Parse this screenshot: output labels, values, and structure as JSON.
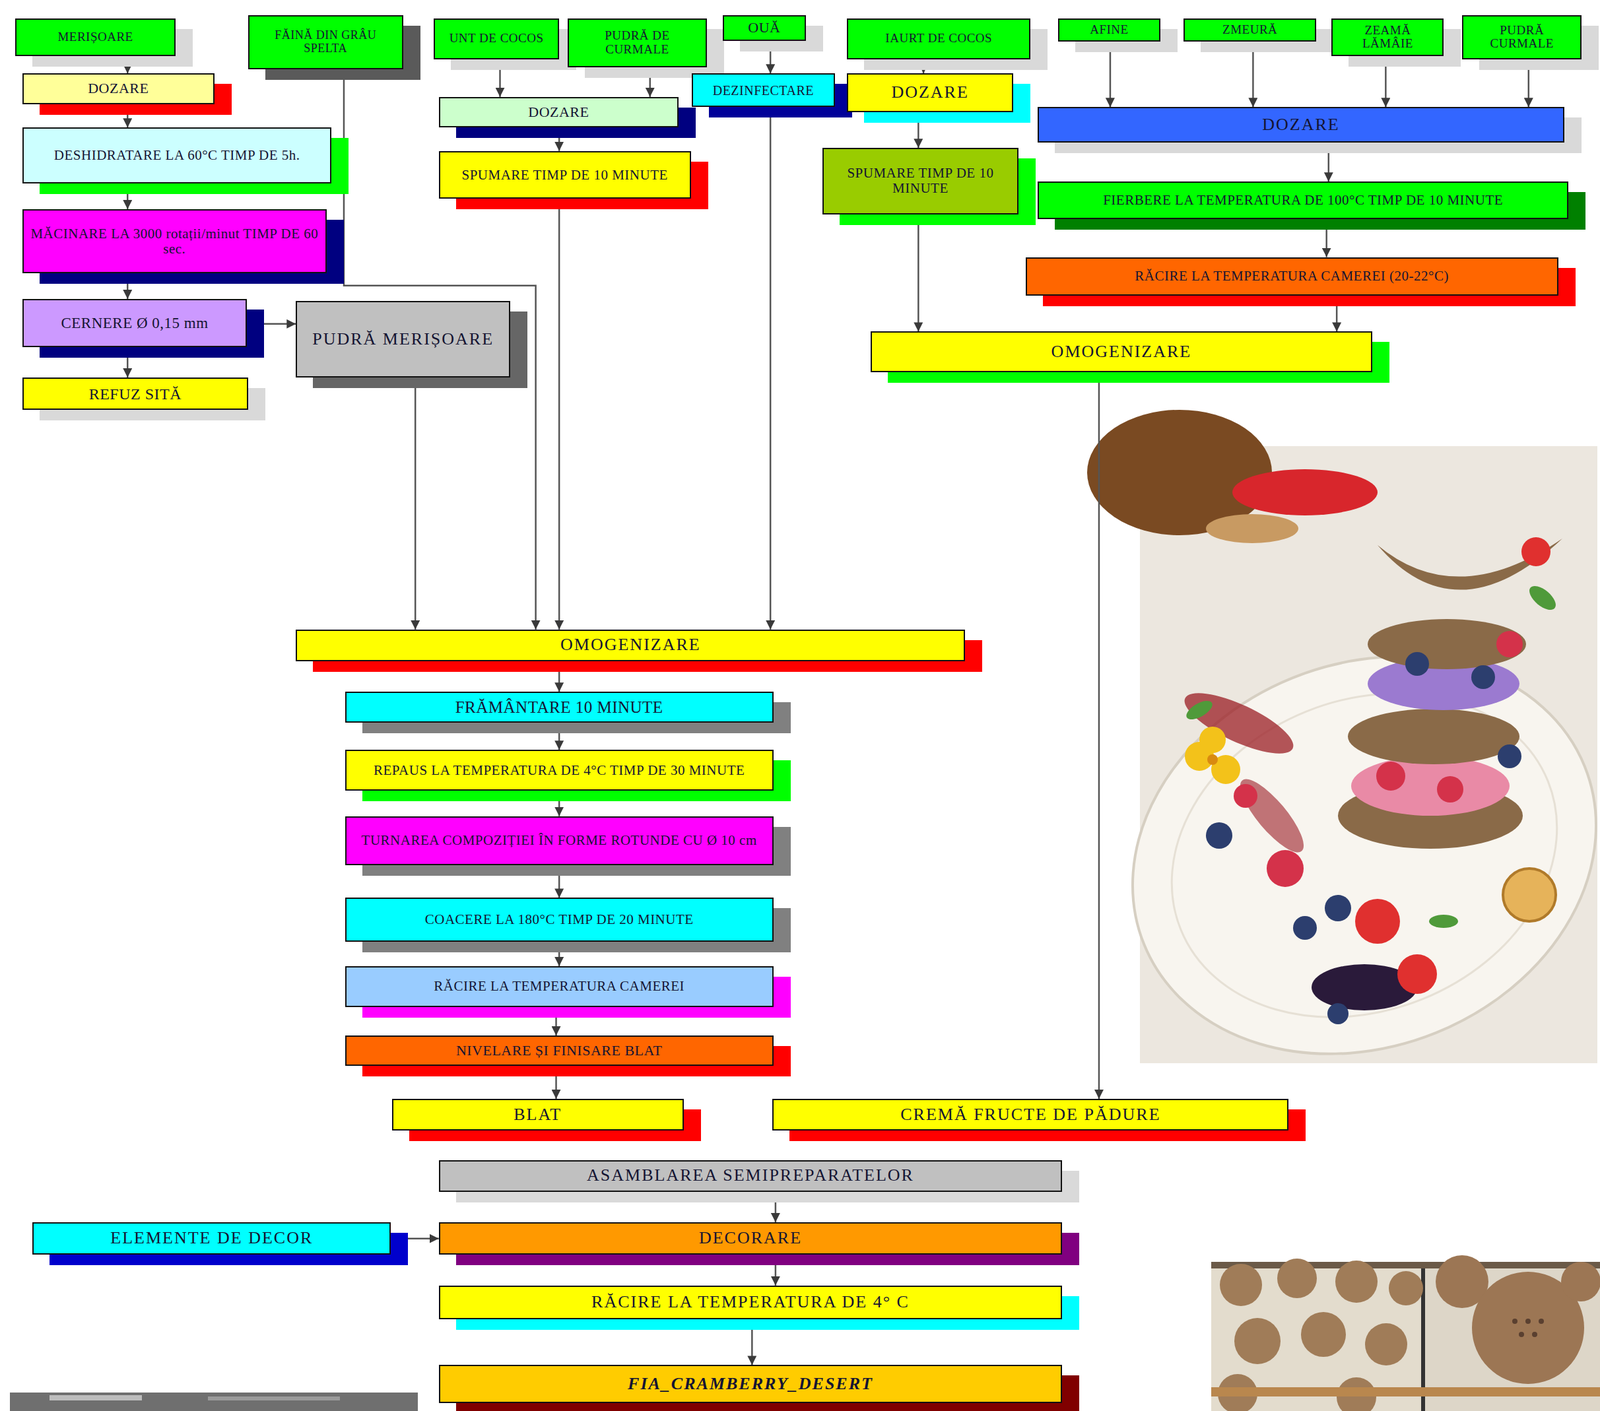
{
  "diagram": {
    "nodes": [
      {
        "text": [
          "MERIȘOARE"
        ]
      },
      {
        "text": [
          "FĂINĂ DIN GRÂU SPELTA"
        ]
      },
      {
        "text": [
          "UNT DE COCOS"
        ]
      },
      {
        "text": [
          "PUDRĂ DE CURMALE"
        ]
      },
      {
        "text": [
          "OUĂ"
        ]
      },
      {
        "text": [
          "IAURT DE COCOS"
        ]
      },
      {
        "text": [
          "AFINE"
        ]
      },
      {
        "text": [
          "ZMEURĂ"
        ]
      },
      {
        "text": [
          "ZEAMĂ LĂMÂIE"
        ]
      },
      {
        "text": [
          "PUDRĂ CURMALE"
        ]
      },
      {
        "text": [
          "DOZARE"
        ]
      },
      {
        "text": [
          "DOZARE"
        ]
      },
      {
        "text": [
          "DEZINFECTARE"
        ]
      },
      {
        "text": [
          "DOZARE"
        ]
      },
      {
        "text": [
          "DOZARE"
        ]
      },
      {
        "text": [
          "DESHIDRATARE LA 60°C TIMP DE 5h."
        ]
      },
      {
        "text": [
          "SPUMARE TIMP DE 10 MINUTE"
        ]
      },
      {
        "text": [
          "SPUMARE TIMP DE 10 MINUTE"
        ]
      },
      {
        "text": [
          "FIERBERE LA TEMPERATURA DE 100°C TIMP DE 10 MINUTE"
        ]
      },
      {
        "text": [
          "MĂCINARE LA 3000 rotații/minut TIMP DE 60 sec."
        ]
      },
      {
        "text": [
          "RĂCIRE LA TEMPERATURA CAMEREI (20-22°C)"
        ]
      },
      {
        "text": [
          "CERNERE Ø 0,15 mm"
        ]
      },
      {
        "text": [
          "PUDRĂ MERIȘOARE"
        ]
      },
      {
        "text": [
          "OMOGENIZARE"
        ]
      },
      {
        "text": [
          "REFUZ SITĂ"
        ]
      },
      {
        "text": [
          "OMOGENIZARE"
        ]
      },
      {
        "text": [
          "FRĂMÂNTARE 10 MINUTE"
        ]
      },
      {
        "text": [
          "REPAUS LA TEMPERATURA DE 4°C TIMP DE 30 MINUTE"
        ]
      },
      {
        "text": [
          "TURNAREA COMPOZIȚIEI ÎN FORME ROTUNDE CU Ø 10 cm"
        ]
      },
      {
        "text": [
          "COACERE LA 180°C TIMP DE 20 MINUTE"
        ]
      },
      {
        "text": [
          "RĂCIRE LA TEMPERATURA CAMEREI"
        ]
      },
      {
        "text": [
          "NIVELARE ȘI FINISARE BLAT"
        ]
      },
      {
        "text": [
          "BLAT"
        ]
      },
      {
        "text": [
          "CREMĂ FRUCTE DE PĂDURE"
        ]
      },
      {
        "text": [
          "ASAMBLAREA SEMIPREPARATELOR"
        ]
      },
      {
        "text": [
          "ELEMENTE DE DECOR"
        ]
      },
      {
        "text": [
          "DECORARE"
        ]
      },
      {
        "text": [
          "RĂCIRE LA TEMPERATURA DE 4° C"
        ]
      },
      {
        "text": [
          "FIA_CRAMBERRY_DESERT"
        ]
      }
    ],
    "edges": [
      {
        "from": 0,
        "to": 10,
        "arrow": "to"
      },
      {
        "from": 10,
        "to": 15,
        "arrow": "to"
      },
      {
        "from": 15,
        "to": 19,
        "arrow": "to"
      },
      {
        "from": 19,
        "to": 21,
        "arrow": "to"
      },
      {
        "from": 21,
        "to": 22,
        "arrow": "to"
      },
      {
        "from": 21,
        "to": 24,
        "arrow": "to"
      },
      {
        "from": 22,
        "to": 25,
        "arrow": "to"
      },
      {
        "from": 1,
        "to": 25,
        "arrow": "to"
      },
      {
        "from": 2,
        "to": 11,
        "arrow": "to"
      },
      {
        "from": 3,
        "to": 11,
        "arrow": "to"
      },
      {
        "from": 11,
        "to": 16,
        "arrow": "to"
      },
      {
        "from": 16,
        "to": 25,
        "arrow": "to"
      },
      {
        "from": 4,
        "to": 12,
        "arrow": "to"
      },
      {
        "from": 12,
        "to": 25,
        "arrow": "to"
      },
      {
        "from": 5,
        "to": 13,
        "arrow": "to"
      },
      {
        "from": 13,
        "to": 17,
        "arrow": "to"
      },
      {
        "from": 17,
        "to": 23,
        "arrow": "to"
      },
      {
        "from": 6,
        "to": 14,
        "arrow": "to"
      },
      {
        "from": 7,
        "to": 14,
        "arrow": "to"
      },
      {
        "from": 8,
        "to": 14,
        "arrow": "to"
      },
      {
        "from": 9,
        "to": 14,
        "arrow": "to"
      },
      {
        "from": 14,
        "to": 18,
        "arrow": "to"
      },
      {
        "from": 18,
        "to": 20,
        "arrow": "to"
      },
      {
        "from": 20,
        "to": 23,
        "arrow": "to"
      },
      {
        "from": 23,
        "to": 33,
        "arrow": "to"
      },
      {
        "from": 25,
        "to": 26,
        "arrow": "to"
      },
      {
        "from": 26,
        "to": 27,
        "arrow": "to"
      },
      {
        "from": 27,
        "to": 28,
        "arrow": "to"
      },
      {
        "from": 28,
        "to": 29,
        "arrow": "to"
      },
      {
        "from": 29,
        "to": 30,
        "arrow": "to"
      },
      {
        "from": 30,
        "to": 31,
        "arrow": "to"
      },
      {
        "from": 31,
        "to": 32,
        "arrow": "to"
      },
      {
        "from": 34,
        "to": 36,
        "arrow": "to"
      },
      {
        "from": 35,
        "to": 36,
        "arrow": "to"
      },
      {
        "from": 36,
        "to": 37,
        "arrow": "to"
      },
      {
        "from": 37,
        "to": 38,
        "arrow": "to"
      }
    ]
  }
}
